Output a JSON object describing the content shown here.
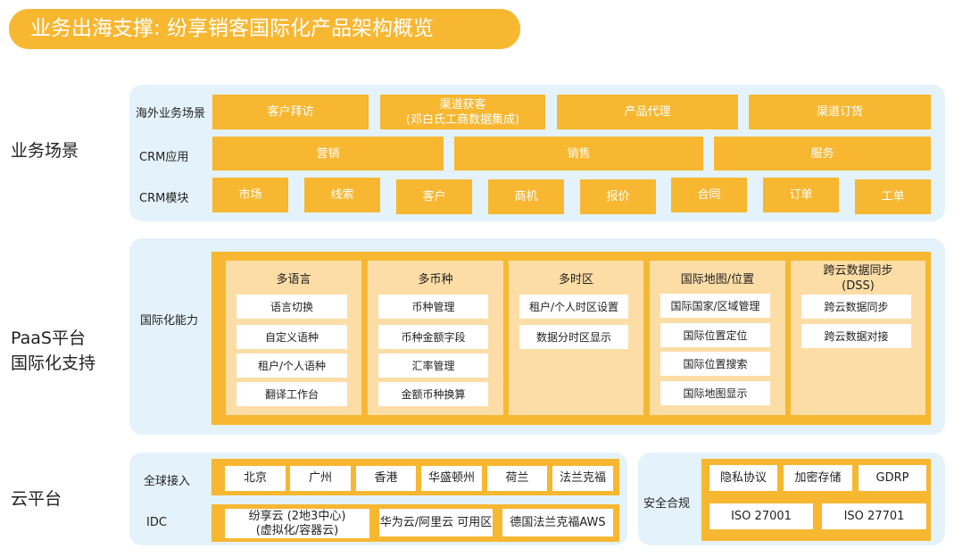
{
  "title": "业务出海支撑: 纷享销客国际化产品架构概览",
  "sections": {
    "business": "业务场景",
    "paas_line1": "PaaS平台",
    "paas_line2": "国际化支持",
    "cloud": "云平台"
  },
  "business": {
    "overseas": {
      "label": "海外业务场景",
      "items": [
        "客户拜访",
        "渠道获客",
        "(邓白氏工商数据集成)",
        "产品代理",
        "渠道订货"
      ]
    },
    "crm_app": {
      "label": "CRM应用",
      "items": [
        "营销",
        "销售",
        "服务"
      ]
    },
    "crm_module": {
      "label": "CRM模块",
      "items": [
        "市场",
        "线索",
        "客户",
        "商机",
        "报价",
        "合同",
        "订单",
        "工单"
      ]
    }
  },
  "paas": {
    "label": "国际化能力",
    "columns": [
      {
        "title": "多语言",
        "items": [
          "语言切换",
          "自定义语种",
          "租户/个人语种",
          "翻译工作台"
        ]
      },
      {
        "title": "多币种",
        "items": [
          "币种管理",
          "币种金额字段",
          "汇率管理",
          "金额币种换算"
        ]
      },
      {
        "title": "多时区",
        "items": [
          "租户/个人时区设置",
          "数据分时区显示"
        ]
      },
      {
        "title": "国际地图/位置",
        "items": [
          "国际国家/区域管理",
          "国际位置定位",
          "国际位置搜索",
          "国际地图显示"
        ]
      },
      {
        "title": "跨云数据同步",
        "title2": "(DSS)",
        "items": [
          "跨云数据同步",
          "跨云数据对接"
        ]
      }
    ]
  },
  "cloud": {
    "global_access": {
      "label": "全球接入",
      "items": [
        "北京",
        "广州",
        "香港",
        "华盛顿州",
        "荷兰",
        "法兰克福"
      ]
    },
    "idc": {
      "label": "IDC",
      "items": [
        "纷享云 (2地3中心)",
        "(虚拟化/容器云)",
        "华为云/阿里云 可用区",
        "德国法兰克福AWS"
      ]
    },
    "security": {
      "label": "安全合规",
      "row1": [
        "隐私协议",
        "加密存储",
        "GDRP"
      ],
      "row2": [
        "ISO 27001",
        "ISO 27701"
      ]
    }
  },
  "colors": {
    "accent": "#F7B731",
    "panel_bg": "#E4F2FB",
    "column_bg": "#FDDDA6"
  }
}
